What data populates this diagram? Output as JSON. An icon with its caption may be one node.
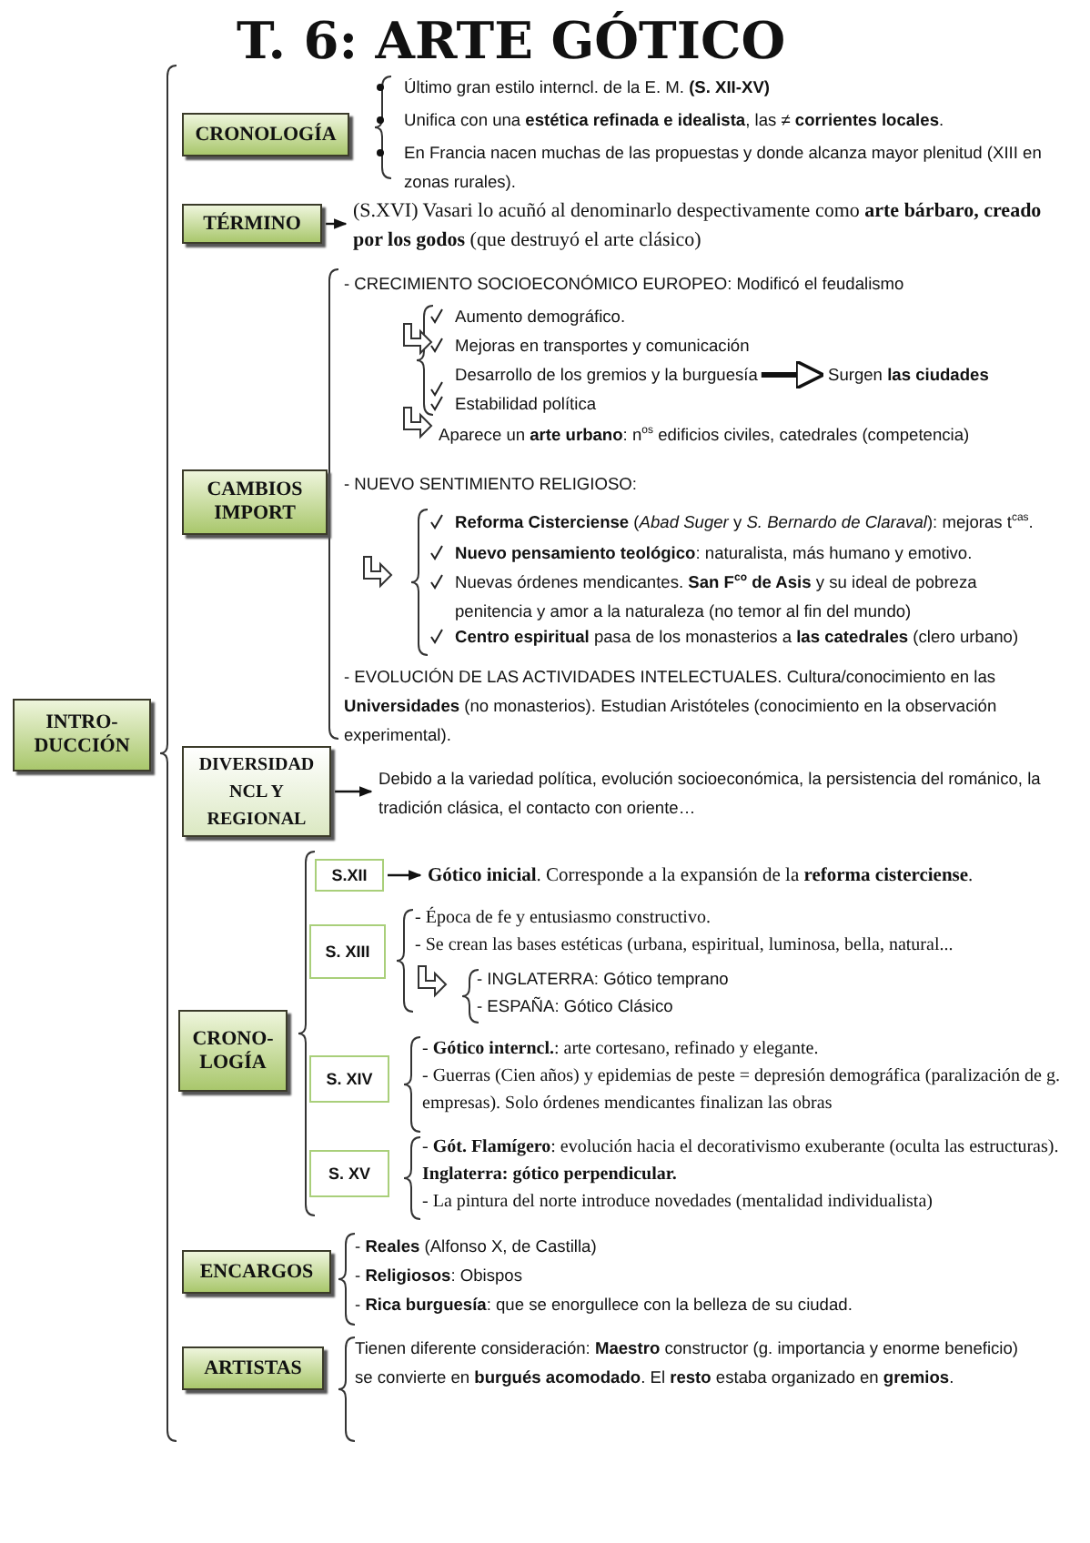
{
  "diagram": {
    "title": "T. 6: ARTE GÓTICO",
    "nodes": [
      {
        "text": [
          "INTRO-DUCCIÓN"
        ]
      },
      {
        "text": [
          "CRONOLOGÍA"
        ]
      },
      {
        "text": [
          "TÉRMINO"
        ]
      },
      {
        "text": [
          "(S.XVI) Vasari lo acuñó al denominarlo despectivamente como **arte bárbaro, creado por los godos** (que destruyó el arte clásico)"
        ]
      },
      {
        "text": [
          "CAMBIOS IMPORT"
        ]
      },
      {
        "text": [
          "Desarrollo de los gremios y la burguesía"
        ]
      },
      {
        "text": [
          "Surgen **las ciudades**"
        ]
      },
      {
        "text": [
          "DIVERSIDAD NCL Y REGIONAL"
        ]
      },
      {
        "text": [
          "Debido a la variedad política, evolución socioeconómica, la persistencia del románico, la tradición clásica, el contacto con oriente…"
        ]
      },
      {
        "text": [
          "CRONO-LOGÍA"
        ]
      },
      {
        "text": [
          "S.XII"
        ]
      },
      {
        "text": [
          "**Gótico inicial**. Corresponde a la expansión de la **reforma cisterciense**."
        ]
      },
      {
        "text": [
          "S. XIII"
        ]
      },
      {
        "text": [
          "S. XIV"
        ]
      },
      {
        "text": [
          "S. XV"
        ]
      },
      {
        "text": [
          "ENCARGOS"
        ]
      },
      {
        "text": [
          "ARTISTAS"
        ]
      }
    ],
    "edges": [
      {
        "from": 2,
        "to": 3,
        "arrow": "to"
      },
      {
        "from": 5,
        "to": 6,
        "arrow": "to",
        "style": "thick"
      },
      {
        "from": 7,
        "to": 8,
        "arrow": "to"
      },
      {
        "from": 10,
        "to": 11,
        "arrow": "to"
      }
    ],
    "labels": [
      "Último gran estilo interncl. de la E. M. **(S. XII-XV)**",
      "Unifica con una **estética refinada e idealista**, las ≠ **corrientes locales**.",
      "En Francia nacen muchas de las propuestas y donde alcanza mayor plenitud (XIII en zonas rurales).",
      "- CRECIMIENTO SOCIOECONÓMICO EUROPEO: Modificó el feudalismo",
      "Aumento demográfico.",
      "Mejoras en transportes y comunicación",
      "Estabilidad política",
      "Aparece un **arte urbano**: n$^{os}$ edificios civiles, catedrales (competencia)",
      "- NUEVO SENTIMIENTO RELIGIOSO:",
      "**Reforma Cisterciense** (*Abad Suger* y *S. Bernardo de Claraval*): mejoras t$^{cas}$.",
      "**Nuevo pensamiento teológico**: naturalista, más humano y emotivo.",
      "Nuevas órdenes mendicantes. **San F$^{co}$ de Asis** y su ideal de pobreza penitencia y amor a la naturaleza (no temor al fin del mundo)",
      "**Centro espiritual** pasa de los monasterios a **las catedrales** (clero urbano)",
      "- EVOLUCIÓN DE LAS ACTIVIDADES INTELECTUALES. Cultura/conocimiento en las **Universidades** (no monasterios). Estudian Aristóteles (conocimiento en la observación experimental).",
      "- Época de fe y entusiasmo constructivo.",
      "- Se crean las bases estéticas (urbana, espiritual, luminosa, bella, natural...",
      "- INGLATERRA: Gótico temprano",
      "- ESPAÑA: Gótico Clásico",
      "- **Gótico interncl.**: arte cortesano, refinado y elegante.",
      "- Guerras (Cien años) y epidemias de peste = depresión demográfica (paralización de g. empresas). Solo órdenes mendicantes finalizan las obras",
      "- **Gót. Flamígero**: evolución hacia el decorativismo exuberante (oculta las estructuras). **Inglaterra: gótico perpendicular.**",
      "- La pintura del norte introduce novedades (mentalidad individualista)",
      "- **Reales** (Alfonso X, de Castilla)",
      "- **Religiosos**: Obispos",
      "- **Rica burguesía**: que se enorgullece con la belleza de su ciudad.",
      "Tienen diferente consideración: **Maestro** constructor (g. importancia y enorme beneficio) se convierte en **burgués acomodado**. El **resto** estaba organizado en **gremios**."
    ]
  }
}
